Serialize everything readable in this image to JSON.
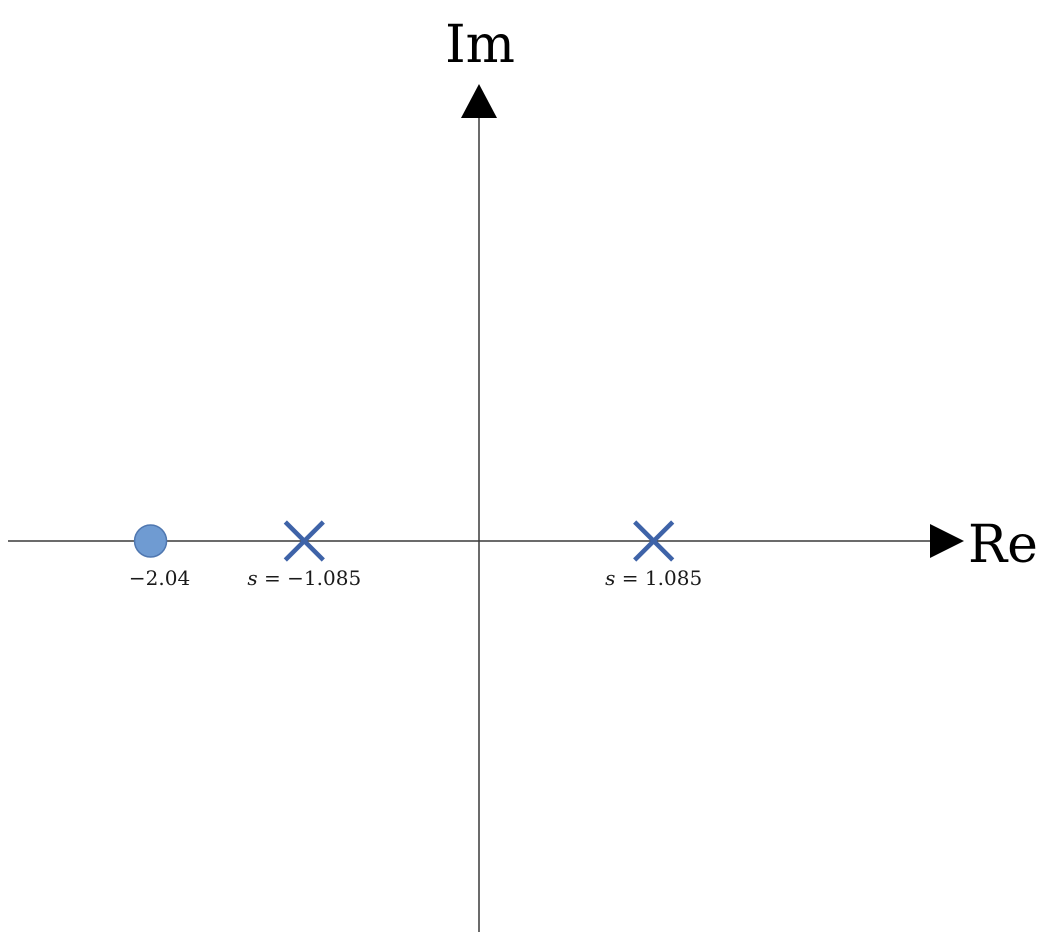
{
  "diagram": {
    "axes": {
      "real_label": "Re",
      "imag_label": "Im"
    },
    "zeros": [
      {
        "re": -2.04,
        "im": 0,
        "label": "−2.04",
        "color": "#6f9bd2",
        "outline": "#4f77b0"
      }
    ],
    "poles": [
      {
        "re": -1.085,
        "im": 0,
        "label_var": "s",
        "label_rest": " = −1.085",
        "color": "#3e63a8"
      },
      {
        "re": 1.085,
        "im": 0,
        "label_var": "s",
        "label_rest": " = 1.085",
        "color": "#3e63a8"
      }
    ]
  }
}
